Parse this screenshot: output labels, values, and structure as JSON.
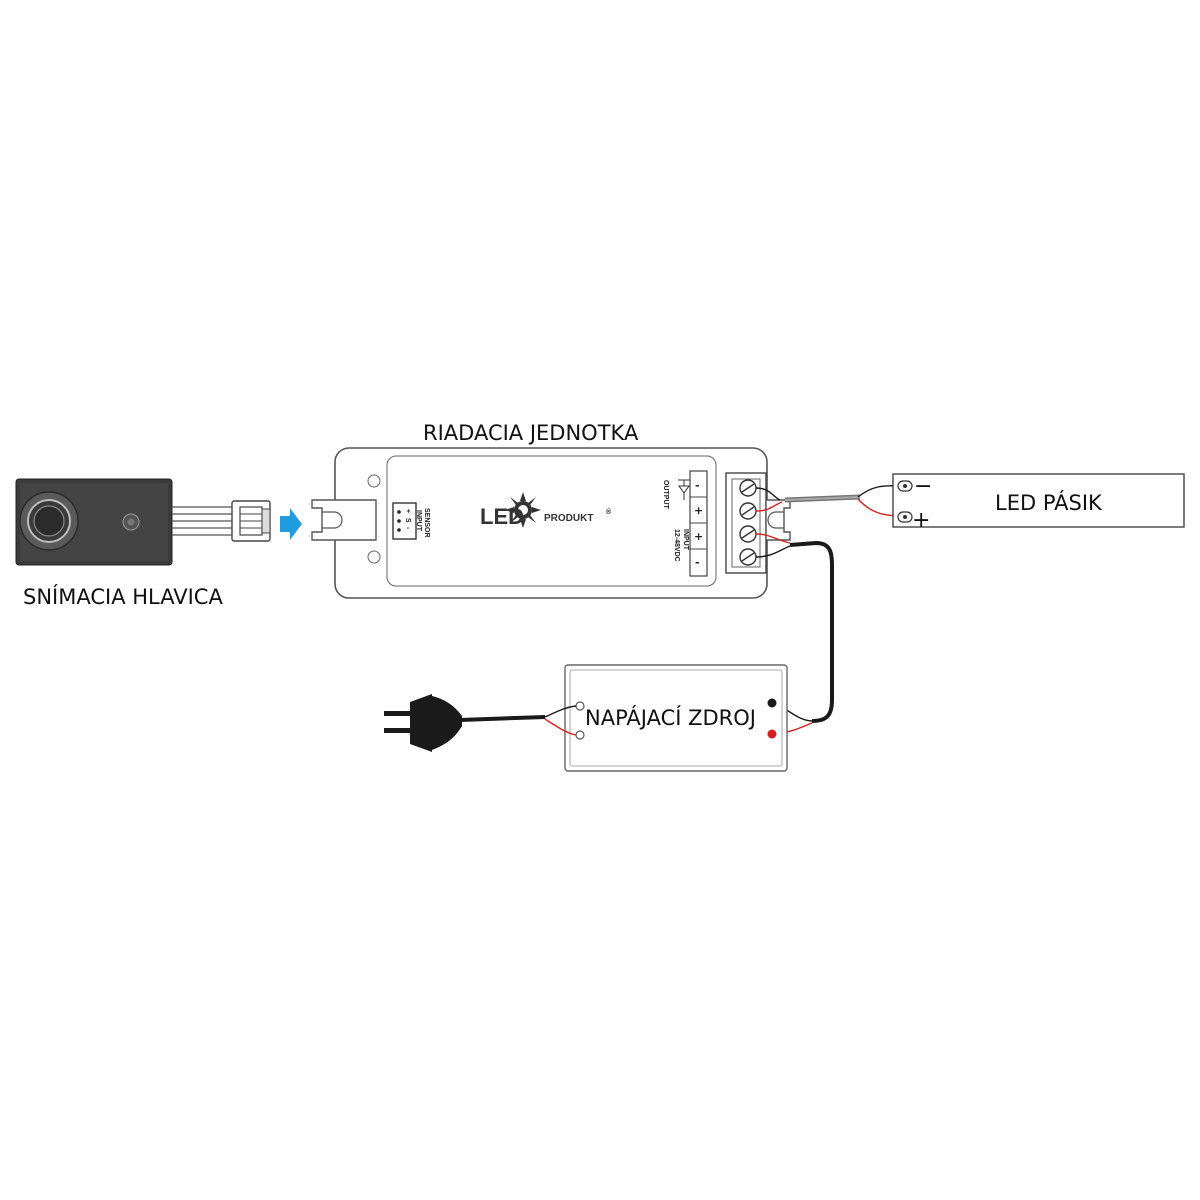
{
  "labels": {
    "control_unit": "RIADACIA JEDNOTKA",
    "sensor_head": "SNÍMACIA HLAVICA",
    "led_strip": "LED PÁSIK",
    "power_supply": "NAPÁJACÍ ZDROJ"
  },
  "control_unit": {
    "sensor_input_label_1": "SENSOR",
    "sensor_input_label_2": "INPUT",
    "sensor_pins": [
      "+",
      "S",
      "-"
    ],
    "output_label": "OUTPUT",
    "input_label_1": "INPUT",
    "input_label_2": "12-48VDC",
    "terminal_signs": [
      "-",
      "+",
      "+",
      "-"
    ],
    "logo_left": "LED",
    "logo_right": "PRODUKT",
    "logo_mark": "®"
  },
  "led_strip": {
    "minus_sign": "−",
    "plus_sign": "+"
  },
  "colors": {
    "arrow": "#1e9ee0",
    "wire_red": "#d42020",
    "wire_black": "#1a1a1a",
    "sensor_body": "#3b3b3b"
  }
}
